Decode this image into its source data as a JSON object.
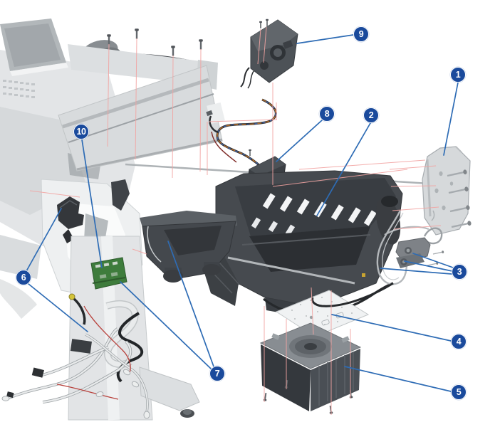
{
  "diagram": {
    "callouts": [
      {
        "label": "1"
      },
      {
        "label": "2"
      },
      {
        "label": "3"
      },
      {
        "label": "4"
      },
      {
        "label": "5"
      },
      {
        "label": "6"
      },
      {
        "label": "7"
      },
      {
        "label": "8"
      },
      {
        "label": "9"
      },
      {
        "label": "10"
      }
    ]
  },
  "colors": {
    "callout_bg": "#1a4a9c",
    "callout_text": "#ffffff",
    "leader_line": "#2e6cb5",
    "guide_line": "#f2a4a2",
    "background": "#ffffff"
  }
}
